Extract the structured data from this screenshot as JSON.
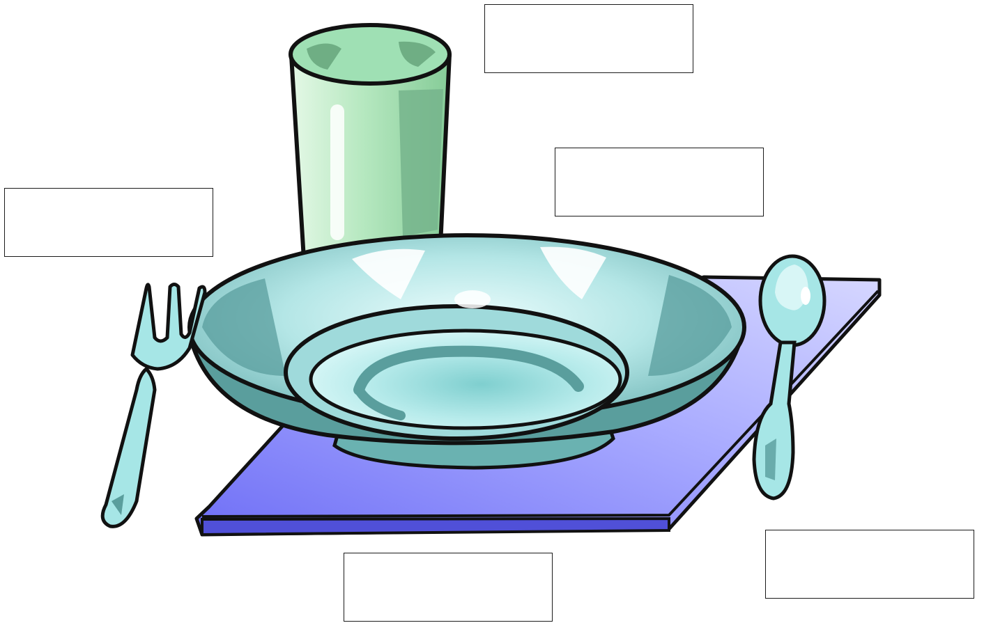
{
  "worksheet": {
    "illustration": "table-setting",
    "colors": {
      "outline": "#111111",
      "glass": "#9fe0b4",
      "glass_shadow": "#76b48c",
      "bowl": "#9fdadb",
      "bowl_dark": "#5a9e9d",
      "bowl_light": "#d8f6f6",
      "placemat": "#8d8dfb",
      "placemat_light": "#cfd0ff",
      "placemat_edge": "#5050d8",
      "cutlery": "#a6e6e6"
    },
    "label_boxes": [
      {
        "id": "glass-label",
        "text": ""
      },
      {
        "id": "bowl-label",
        "text": ""
      },
      {
        "id": "fork-label",
        "text": ""
      },
      {
        "id": "placemat-label",
        "text": ""
      },
      {
        "id": "spoon-label",
        "text": ""
      }
    ]
  }
}
